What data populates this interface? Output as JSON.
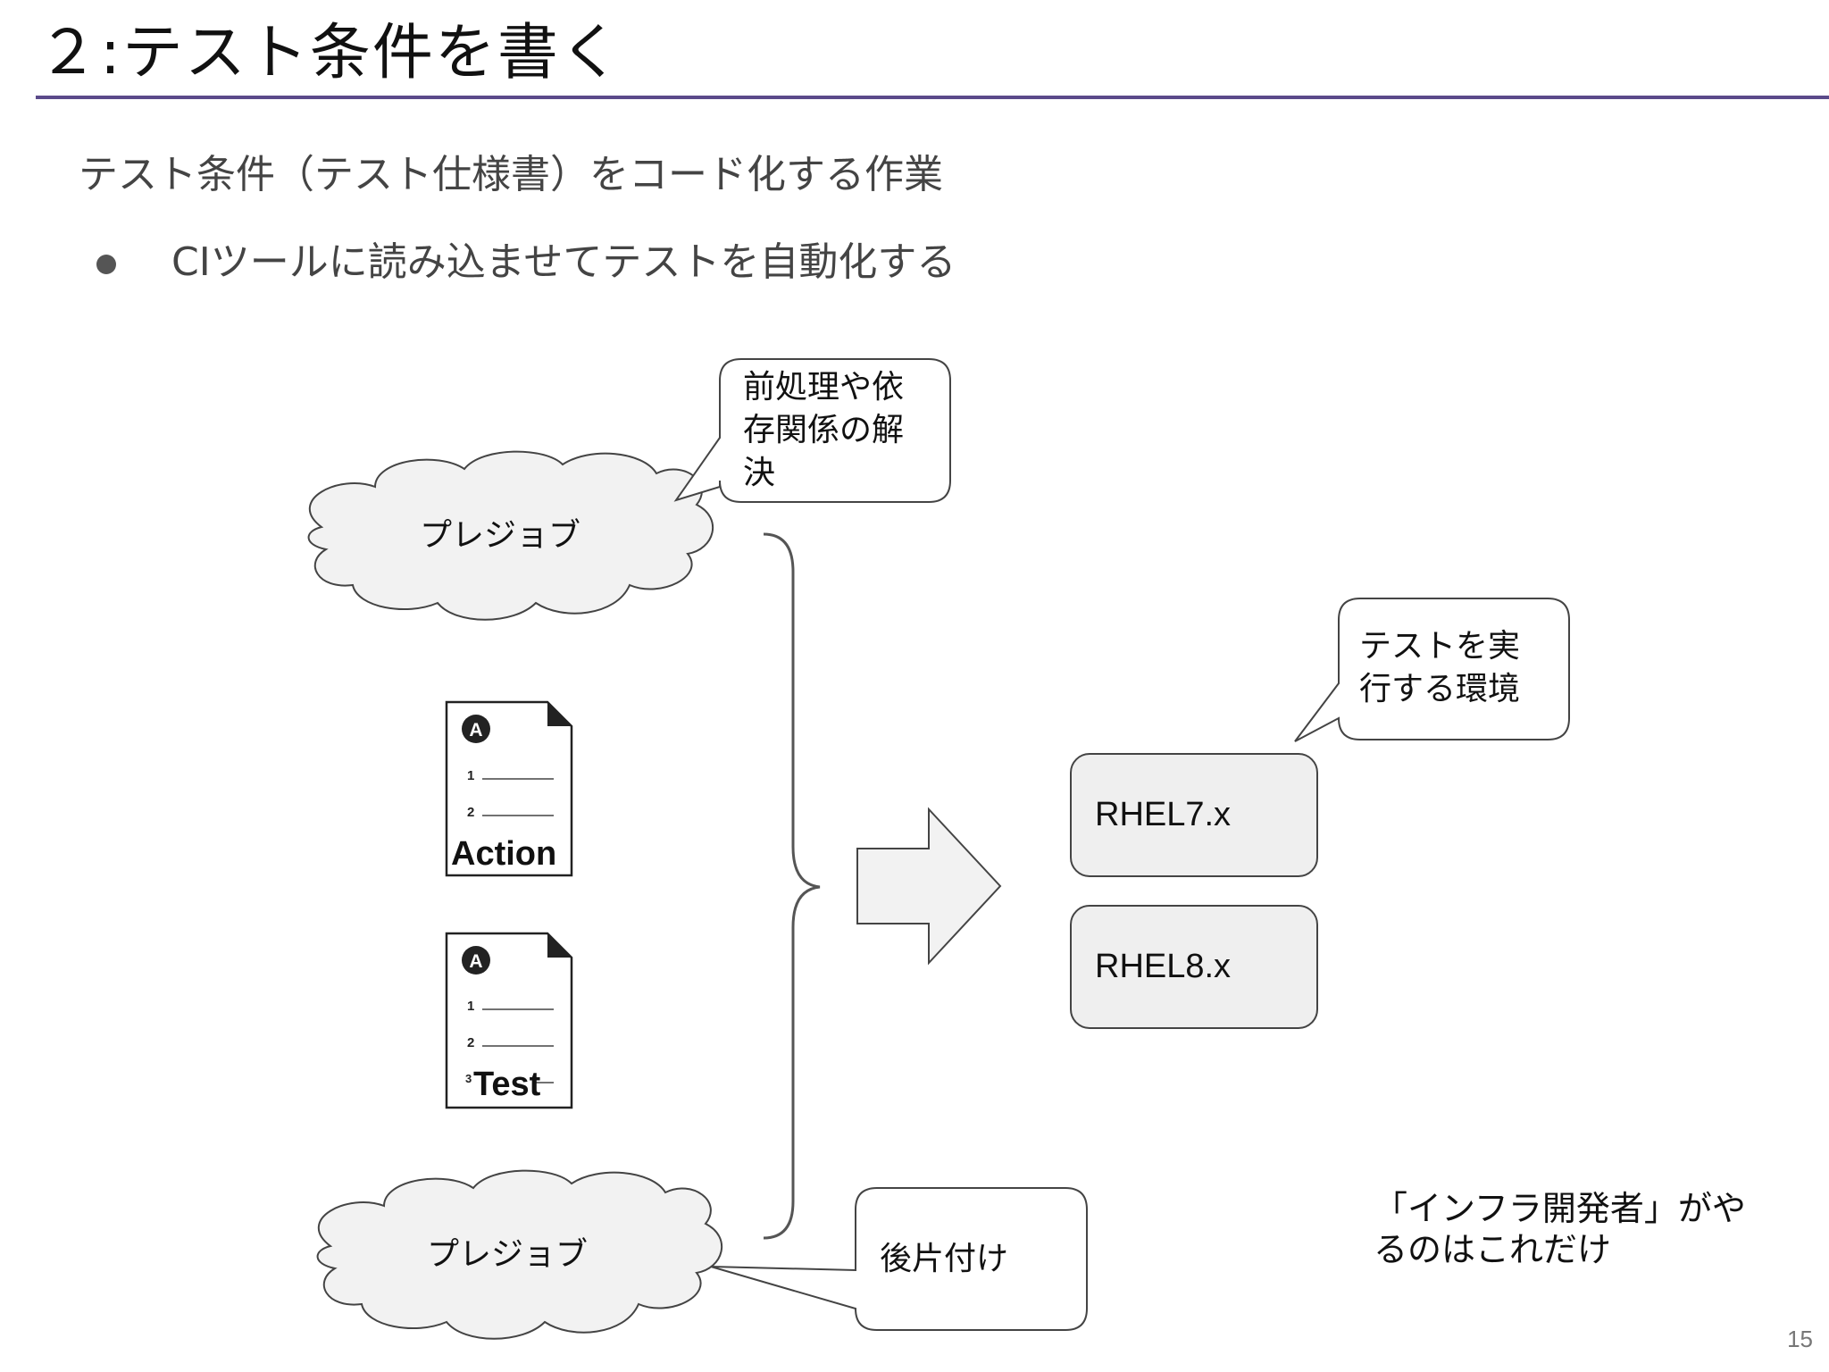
{
  "slide": {
    "title": "２:テスト条件を書く",
    "subtitle": "テスト条件（テスト仕様書）をコード化する作業",
    "bullet": "CIツールに読み込ませてテストを自動化する",
    "page_number": "15"
  },
  "diagram": {
    "pre_job": {
      "label": "プレジョブ"
    },
    "post_job": {
      "label": "プレジョブ"
    },
    "callout_pre": {
      "text": "前処理や依存関係の解決"
    },
    "callout_env": {
      "text": "テストを実行する環境"
    },
    "callout_post": {
      "text": "後片付け"
    },
    "doc_action": {
      "badge": "A",
      "line1": "1",
      "line2": "2",
      "label": "Action"
    },
    "doc_test": {
      "badge": "A",
      "line1": "1",
      "line2": "2",
      "line3": "3",
      "label": "Test"
    },
    "env_boxes": [
      {
        "label": "RHEL7.x"
      },
      {
        "label": "RHEL8.x"
      }
    ],
    "note": "「インフラ開発者」がやるのはこれだけ"
  }
}
